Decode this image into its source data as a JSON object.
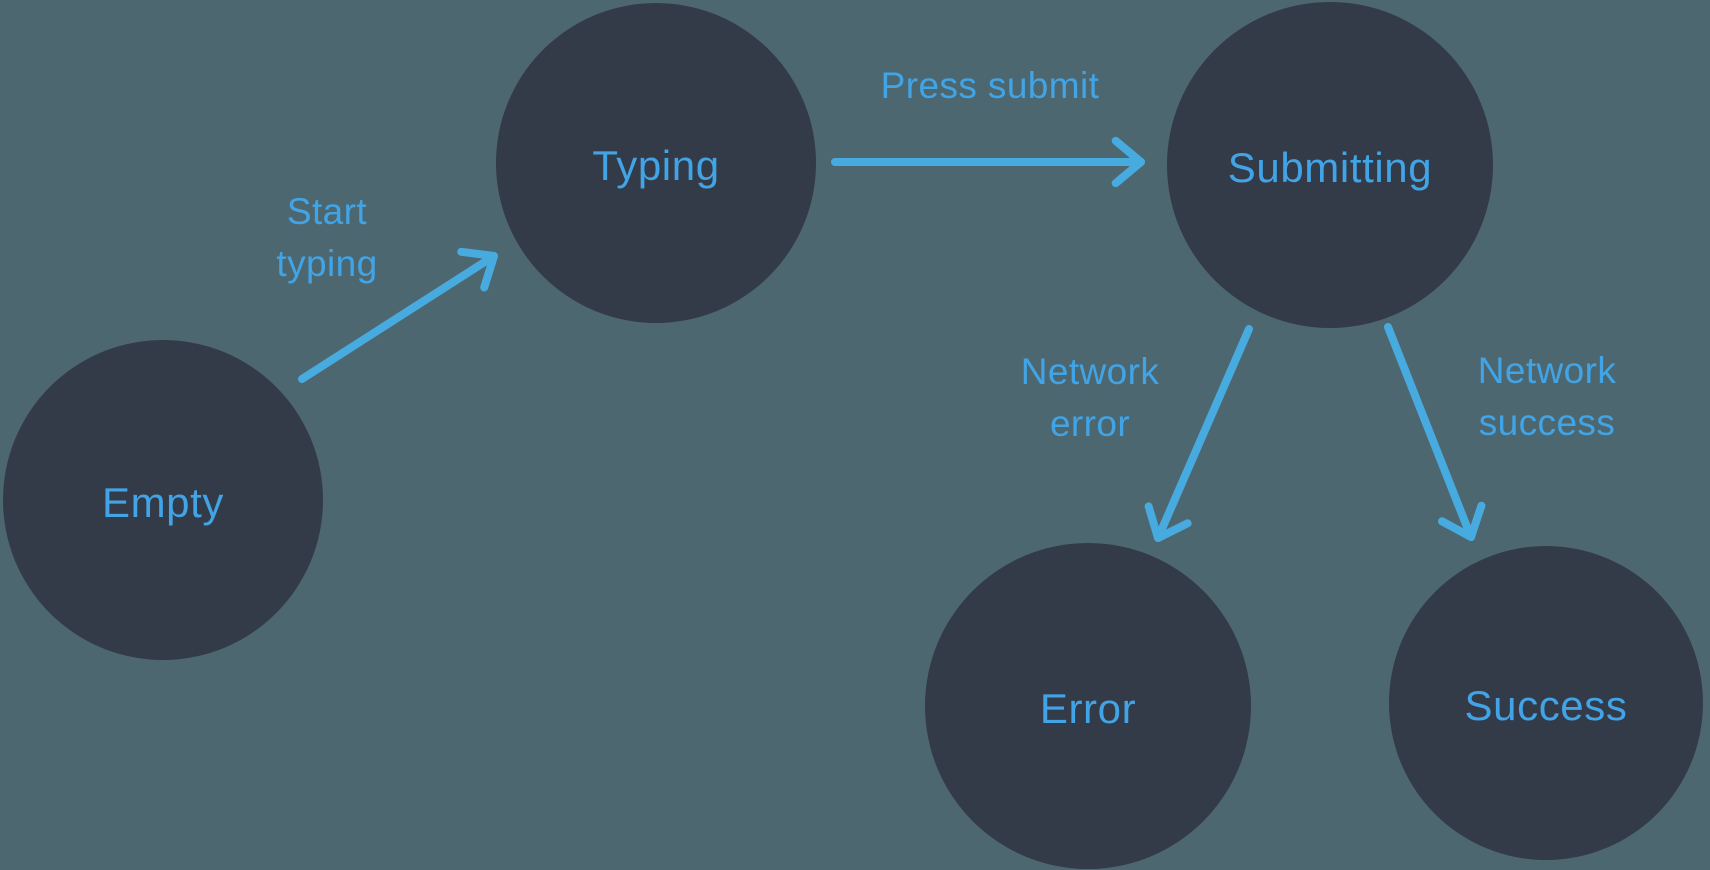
{
  "diagram": {
    "colors": {
      "background": "#4d6770",
      "node_fill": "#333a48",
      "arrow": "#47abdf",
      "label_text": "#41a4e6"
    },
    "nodes": [
      {
        "id": "empty",
        "label": "Empty"
      },
      {
        "id": "typing",
        "label": "Typing"
      },
      {
        "id": "submitting",
        "label": "Submitting"
      },
      {
        "id": "error",
        "label": "Error"
      },
      {
        "id": "success",
        "label": "Success"
      }
    ],
    "edges": [
      {
        "from": "empty",
        "to": "typing",
        "label": "Start typing"
      },
      {
        "from": "typing",
        "to": "submitting",
        "label": "Press submit"
      },
      {
        "from": "submitting",
        "to": "error",
        "label": "Network error"
      },
      {
        "from": "submitting",
        "to": "success",
        "label": "Network success"
      }
    ]
  }
}
